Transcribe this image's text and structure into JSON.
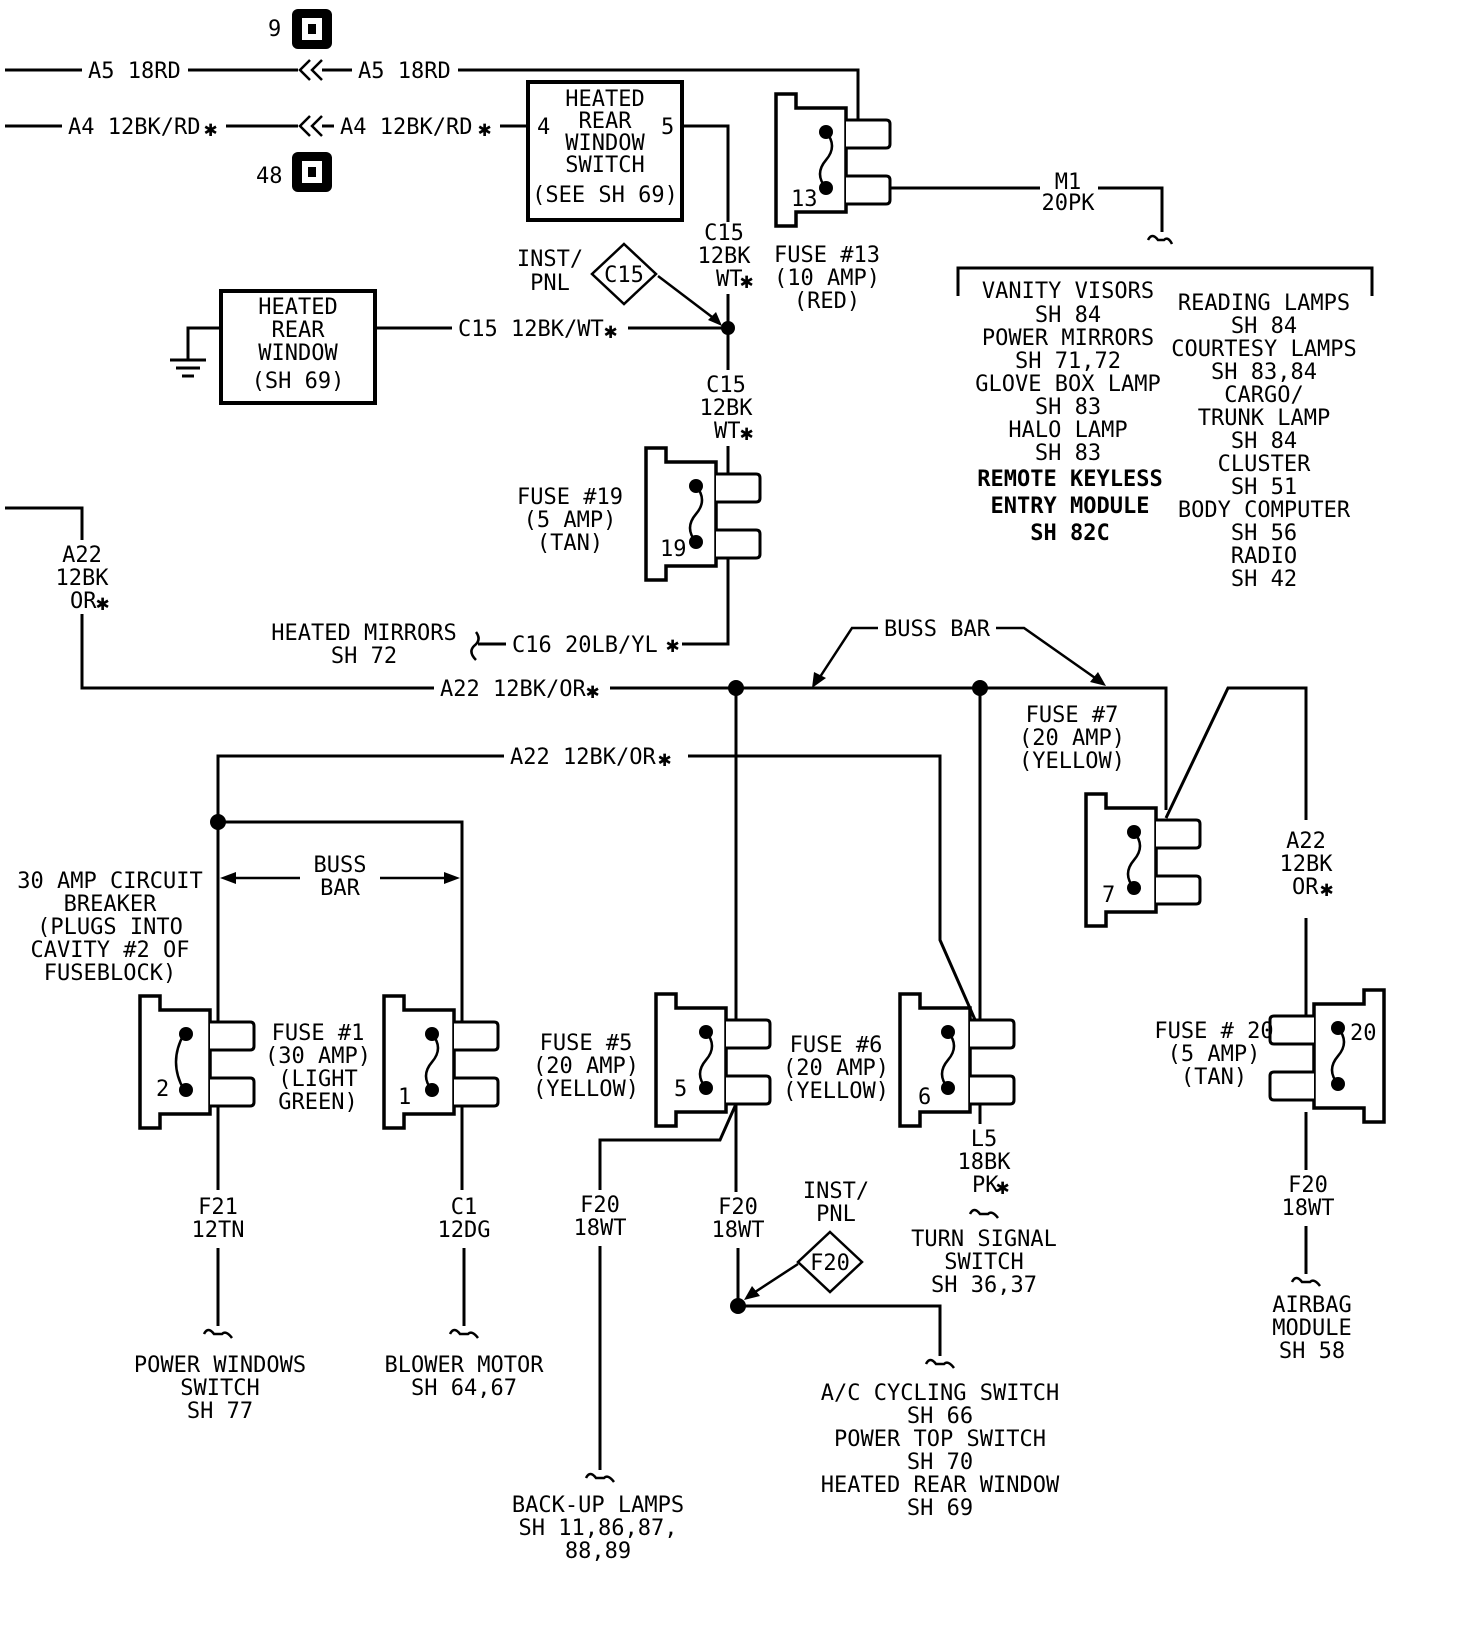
{
  "connectors": [
    {
      "id": "9"
    },
    {
      "id": "48"
    }
  ],
  "wires": {
    "a5_left": "A5 18RD",
    "a5_right": "A5 18RD",
    "a4_left": "A4 12BK/RD",
    "a4_right": "A4 12BK/RD",
    "m1_code": "M1",
    "m1_gauge": "20PK",
    "c15_top_code": "C15",
    "c15_top_gauge": "12BK",
    "c15_top_color": "WT",
    "c15_horiz": "C15 12BK/WT",
    "c15_low_code": "C15",
    "c15_low_gauge": "12BK",
    "c15_low_color": "WT",
    "a22_left_code": "A22",
    "a22_left_gauge": "12BK",
    "a22_left_color": "OR",
    "c16": "C16 20LB/YL",
    "a22_main": "A22 12BK/OR",
    "a22_second": "A22 12BK/OR",
    "a22_right_code": "A22",
    "a22_right_gauge": "12BK",
    "a22_right_color": "OR",
    "f21_code": "F21",
    "f21_gauge": "12TN",
    "c1_code": "C1",
    "c1_gauge": "12DG",
    "f20a_code": "F20",
    "f20a_gauge": "18WT",
    "f20b_code": "F20",
    "f20b_gauge": "18WT",
    "l5_code": "L5",
    "l5_gauge": "18BK",
    "l5_color": "PK",
    "f20c_code": "F20",
    "f20c_gauge": "18WT",
    "star": "✱"
  },
  "switch_box": {
    "lines": [
      "HEATED",
      "REAR",
      "WINDOW",
      "SWITCH",
      "(SEE SH 69)"
    ],
    "pin_in": "4",
    "pin_out": "5"
  },
  "heated_window_box": {
    "lines": [
      "HEATED",
      "REAR",
      "WINDOW",
      "(SH 69)"
    ]
  },
  "inst_pnl_top": {
    "line1": "INST/",
    "line2": "PNL",
    "tag": "C15"
  },
  "inst_pnl_bottom": {
    "line1": "INST/",
    "line2": "PNL",
    "tag": "F20"
  },
  "fuses": {
    "f13": {
      "number": "13",
      "lines": [
        "FUSE #13",
        "(10 AMP)",
        "(RED)"
      ]
    },
    "f19": {
      "number": "19",
      "lines": [
        "FUSE #19",
        "(5 AMP)",
        "(TAN)"
      ]
    },
    "f7": {
      "number": "7",
      "lines": [
        "FUSE #7",
        "(20 AMP)",
        "(YELLOW)"
      ]
    },
    "cb": {
      "number": "2",
      "lines": [
        "30 AMP CIRCUIT",
        "BREAKER",
        "(PLUGS INTO",
        "CAVITY #2 OF",
        "FUSEBLOCK)"
      ]
    },
    "f1": {
      "number": "1",
      "lines": [
        "FUSE #1",
        "(30 AMP)",
        "(LIGHT",
        "GREEN)"
      ]
    },
    "f5": {
      "number": "5",
      "lines": [
        "FUSE #5",
        "(20 AMP)",
        "(YELLOW)"
      ]
    },
    "f6": {
      "number": "6",
      "lines": [
        "FUSE #6",
        "(20 AMP)",
        "(YELLOW)"
      ]
    },
    "f20": {
      "number": "20",
      "lines": [
        "FUSE # 20",
        "(5 AMP)",
        "(TAN)"
      ]
    }
  },
  "loads_col1": [
    "VANITY VISORS",
    "SH 84",
    "POWER MIRRORS",
    "SH 71,72",
    "GLOVE BOX LAMP",
    "SH 83",
    "HALO LAMP",
    "SH 83",
    "REMOTE KEYLESS",
    "ENTRY MODULE",
    "SH 82C"
  ],
  "loads_col2": [
    "READING LAMPS",
    "SH 84",
    "COURTESY LAMPS",
    "SH 83,84",
    "CARGO/",
    "TRUNK LAMP",
    "SH 84",
    "CLUSTER",
    "SH 51",
    "BODY COMPUTER",
    "SH 56",
    "RADIO",
    "SH 42"
  ],
  "heated_mirrors": [
    "HEATED MIRRORS",
    "SH 72"
  ],
  "buss_bar_top": "BUSS BAR",
  "buss_bar_left": [
    "BUSS",
    "BAR"
  ],
  "destinations": {
    "power_windows": [
      "POWER WINDOWS",
      "SWITCH",
      "SH 77"
    ],
    "blower_motor": [
      "BLOWER MOTOR",
      "SH 64,67"
    ],
    "backup_lamps": [
      "BACK-UP LAMPS",
      "SH 11,86,87,",
      "88,89"
    ],
    "ac_group": [
      "A/C CYCLING SWITCH",
      "SH 66",
      "POWER TOP SWITCH",
      "SH 70",
      "HEATED REAR WINDOW",
      "SH 69"
    ],
    "turn_signal": [
      "TURN SIGNAL",
      "SWITCH",
      "SH 36,37"
    ],
    "airbag": [
      "AIRBAG",
      "MODULE",
      "SH 58"
    ]
  }
}
